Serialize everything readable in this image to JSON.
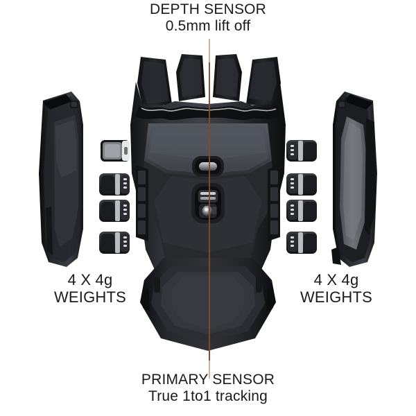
{
  "diagram": {
    "subject": "gaming-mouse-underside-exploded-view",
    "background_color": "#ffffff",
    "center_line": {
      "color_on_white": "#cbb49f",
      "color_on_body": "#7b4a33"
    }
  },
  "annotations": {
    "depth_sensor": {
      "title": "DEPTH SENSOR",
      "detail": "0.5mm lift off"
    },
    "primary_sensor": {
      "title": "PRIMARY SENSOR",
      "detail": "True 1to1 tracking"
    },
    "weights_left": {
      "title": "4 X 4g",
      "detail": "WEIGHTS"
    },
    "weights_right": {
      "title": "4 X 4g",
      "detail": "WEIGHTS"
    }
  },
  "parts": {
    "body": {
      "name": "mouse-body-underside",
      "color_dark": "#1b1c1e",
      "color_mid": "#33353a",
      "color_light": "#4a4d53"
    },
    "side_panel_left": {
      "name": "magnetic-side-panel-left",
      "color": "#202226"
    },
    "side_panel_right": {
      "name": "magnetic-side-panel-right",
      "color": "#202226",
      "face_color": "#6e7176"
    },
    "weights_left": [
      {
        "label": "weight-1",
        "face": "#9aa0a4"
      },
      {
        "label": "weight-2",
        "face": "#2a2c30"
      },
      {
        "label": "weight-3",
        "face": "#2a2c30"
      },
      {
        "label": "weight-4",
        "face": "#2a2c30"
      }
    ],
    "weights_right": [
      {
        "label": "weight-1",
        "face": "#2a2c30"
      },
      {
        "label": "weight-2",
        "face": "#2a2c30"
      },
      {
        "label": "weight-3",
        "face": "#2a2c30"
      },
      {
        "label": "weight-4",
        "face": "#2a2c30"
      }
    ],
    "depth_sensor_window": {
      "name": "depth-sensor-window",
      "shape": "rounded-slot"
    },
    "primary_sensor_module": {
      "name": "primary-sensor-module",
      "shape": "rounded-rect-with-lens"
    }
  }
}
